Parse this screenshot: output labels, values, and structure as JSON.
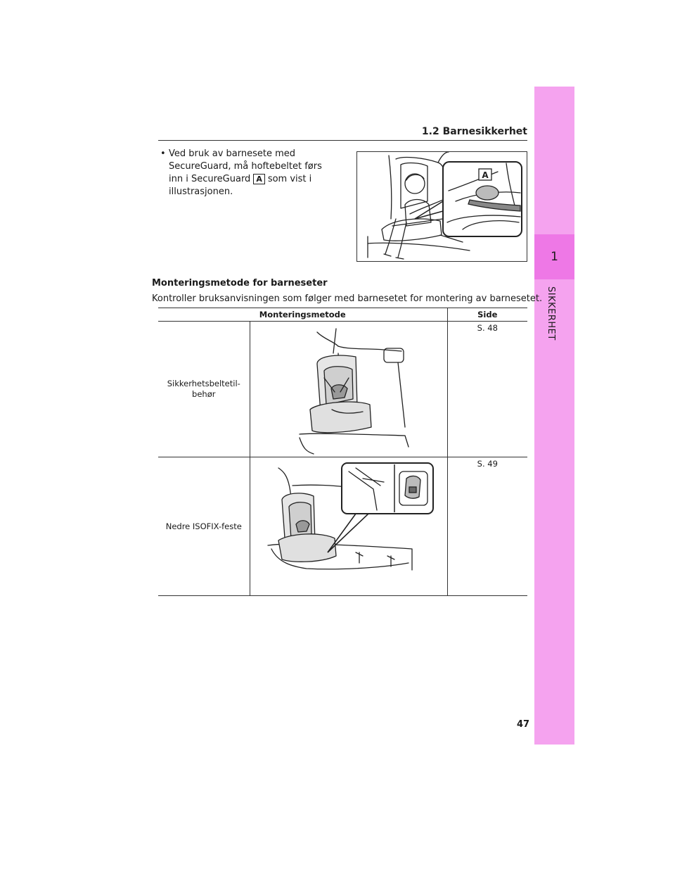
{
  "header": {
    "section_title": "1.2 Barnesikkerhet"
  },
  "side_tab": {
    "chapter_number": "1",
    "chapter_label": "SIKKERHET",
    "tab_color": "#f5a3ef",
    "tab_number_color": "#ee78e6"
  },
  "bullet": {
    "symbol": "•",
    "text_before": "Ved bruk av barnesete med SecureGuard, må hoftebeltet førs inn i SecureGuard",
    "label": "A",
    "text_after": "som vist i illustrasjonen."
  },
  "illustration_top": {
    "callout_label": "A"
  },
  "mounting": {
    "heading": "Monteringsmetode for barneseter",
    "intro": "Kontroller bruksanvisningen som følger med barnesetet for montering av barnesetet.",
    "table": {
      "header_method": "Monteringsmetode",
      "header_page": "Side",
      "rows": [
        {
          "method": "Sikkerhetsbeltetil-\nbehør",
          "page": "S. 48"
        },
        {
          "method": "Nedre ISOFIX-feste",
          "page": "S. 49"
        }
      ]
    }
  },
  "page_number": "47"
}
